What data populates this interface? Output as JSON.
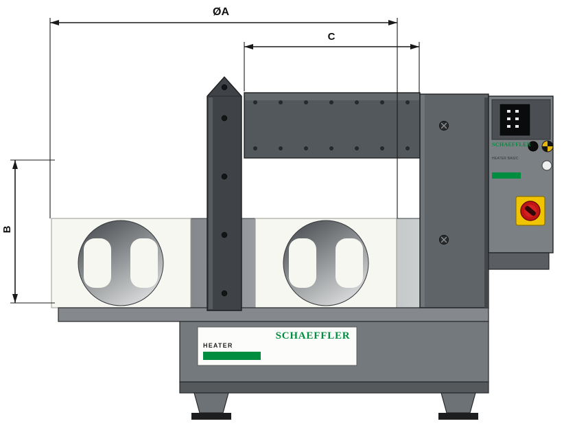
{
  "drawing": {
    "dimensions": {
      "diameter_a": {
        "label": "ØA"
      },
      "width_c": {
        "label": "C"
      },
      "height_b": {
        "label": "B"
      }
    },
    "machine": {
      "base_plate": {
        "brand": "SCHAEFFLER",
        "product_name": "HEATER"
      },
      "control_panel": {
        "brand": "SCHAEFFLER",
        "model_text": "HEATER BASIC"
      }
    },
    "colors": {
      "brand_green": "#008D3F",
      "machine_gray_dark": "#3F4347",
      "machine_gray_mid": "#5F6468",
      "machine_gray_light": "#85898D",
      "support_block_white": "#F7F7F2",
      "emergency_yellow": "#F0C400",
      "emergency_red": "#C11414",
      "dimension_line": "#1A1A1A"
    },
    "icons": {
      "screw_icon": "circle-with-x",
      "rivet_icon": "filled-circle",
      "display_icon": "lcd-panel",
      "power_knob_icon": "black-round-knob",
      "selector_knob_icon": "yellow-black-quarter-knob",
      "indicator_button_icon": "white-round-button",
      "emergency_stop_icon": "red-knob-on-yellow-plate"
    }
  }
}
